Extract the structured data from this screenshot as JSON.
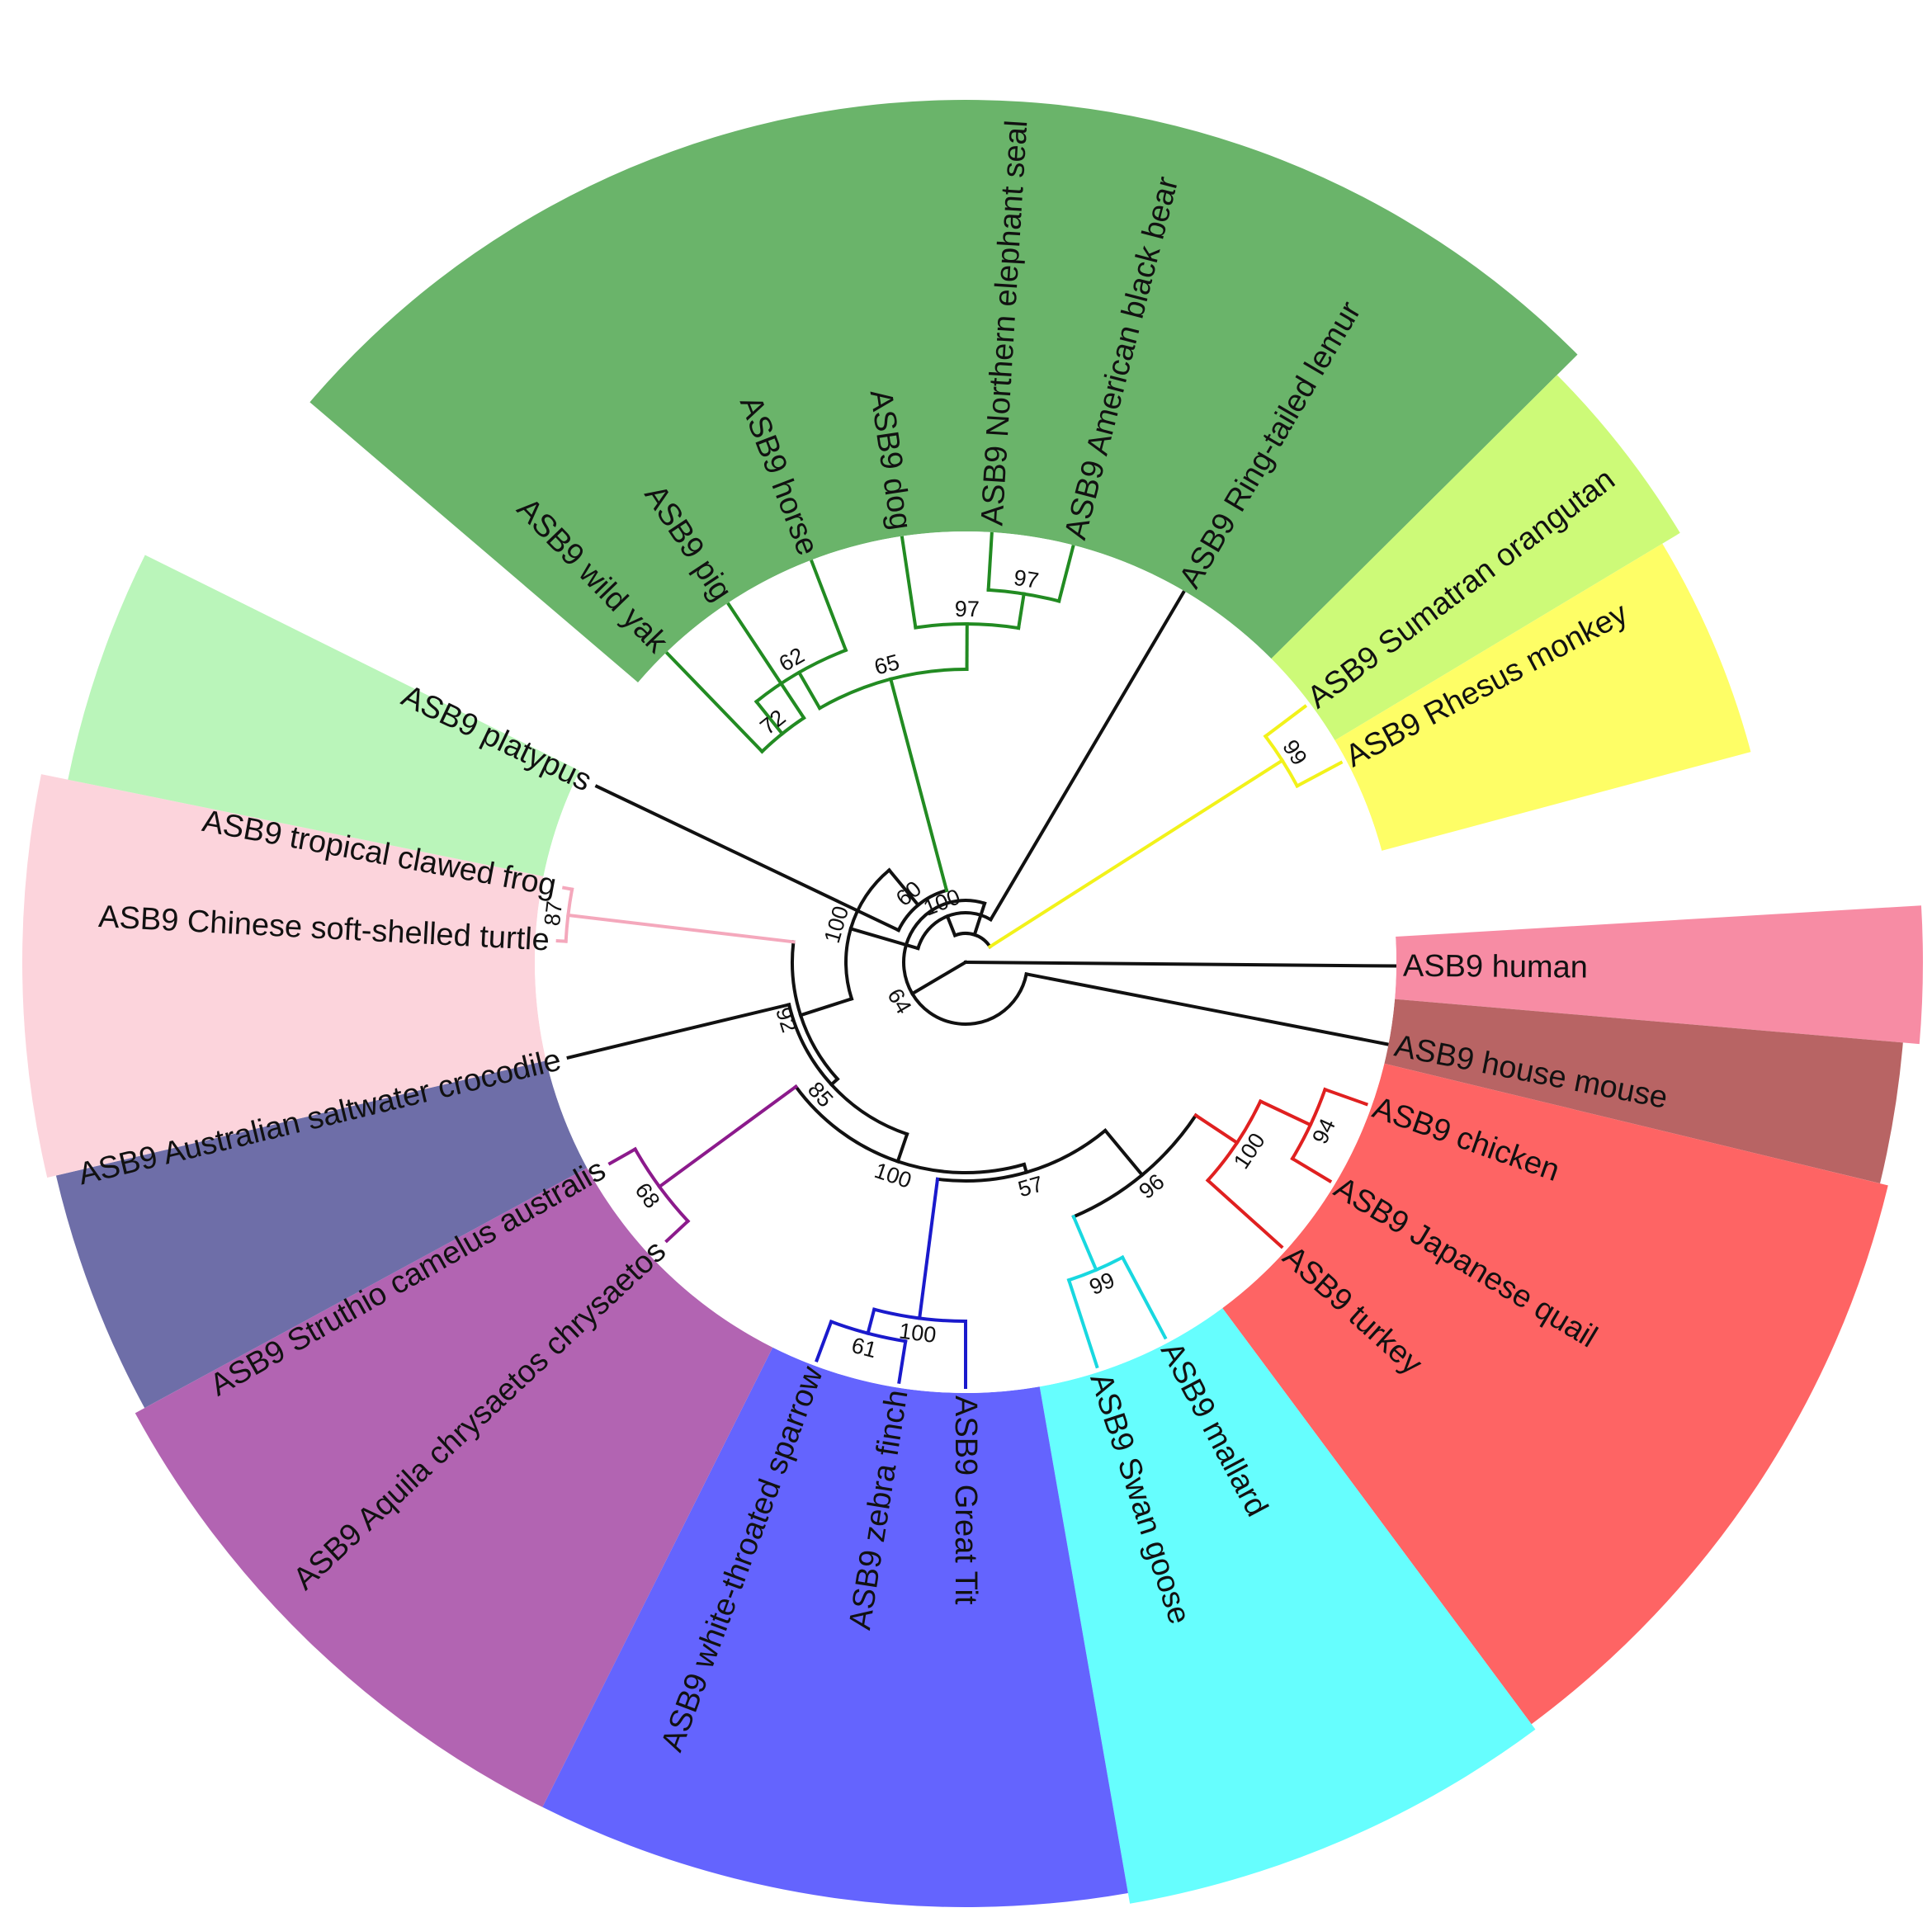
{
  "clades": [
    {
      "name": "mammals-laurasiatheria",
      "color": "#6ab46a"
    },
    {
      "name": "primate-lemur",
      "color": "#cdfa78"
    },
    {
      "name": "primate-apes",
      "color": "#fefe66"
    },
    {
      "name": "human",
      "color": "#f78ca4"
    },
    {
      "name": "mouse",
      "color": "#b86464"
    },
    {
      "name": "galliformes",
      "color": "#fe6464"
    },
    {
      "name": "anseriformes",
      "color": "#66fefe"
    },
    {
      "name": "passeriformes",
      "color": "#6464fe"
    },
    {
      "name": "raptor-ratite",
      "color": "#b264b2"
    },
    {
      "name": "crocodile",
      "color": "#6e6ea8"
    },
    {
      "name": "amphibian-turtle",
      "color": "#fcd4dc"
    },
    {
      "name": "monotreme",
      "color": "#baf5ba"
    }
  ],
  "leaves": [
    {
      "label": "ASB9 human"
    },
    {
      "label": "ASB9 house mouse"
    },
    {
      "label": "ASB9 chicken"
    },
    {
      "label": "ASB9 Japanese quail"
    },
    {
      "label": "ASB9 turkey"
    },
    {
      "label": "ASB9 mallard"
    },
    {
      "label": "ASB9 Swan goose"
    },
    {
      "label": "ASB9 Great Tit"
    },
    {
      "label": "ASB9 zebra finch"
    },
    {
      "label": "ASB9 white-throated sparrow"
    },
    {
      "label": "ASB9 Aquila chrysaetos chrysaetos"
    },
    {
      "label": "ASB9 Struthio camelus australis"
    },
    {
      "label": "ASB9 Australian saltwater crocodile"
    },
    {
      "label": "ASB9 Chinese soft-shelled turtle"
    },
    {
      "label": "ASB9 tropical clawed frog"
    },
    {
      "label": "ASB9 platypus"
    },
    {
      "label": "ASB9 wild yak"
    },
    {
      "label": "ASB9 pig"
    },
    {
      "label": "ASB9 horse"
    },
    {
      "label": "ASB9 dog"
    },
    {
      "label": "ASB9 Northern elephant seal"
    },
    {
      "label": "ASB9 American black bear"
    },
    {
      "label": "ASB9 Ring-tailed lemur"
    },
    {
      "label": "ASB9 Sumatran orangutan"
    },
    {
      "label": "ASB9 Rhesus monkey"
    }
  ],
  "bootstrap": [
    {
      "value": "94"
    },
    {
      "value": "100"
    },
    {
      "value": "96"
    },
    {
      "value": "99"
    },
    {
      "value": "57"
    },
    {
      "value": "61"
    },
    {
      "value": "100"
    },
    {
      "value": "68"
    },
    {
      "value": "100"
    },
    {
      "value": "85"
    },
    {
      "value": "92"
    },
    {
      "value": "87"
    },
    {
      "value": "100"
    },
    {
      "value": "72"
    },
    {
      "value": "62"
    },
    {
      "value": "97"
    },
    {
      "value": "97"
    },
    {
      "value": "65"
    },
    {
      "value": "60"
    },
    {
      "value": "100"
    },
    {
      "value": "99"
    },
    {
      "value": "64"
    }
  ],
  "branch_colors": {
    "default": "#111111",
    "galliformes": "#e02020",
    "anseriformes": "#18d8e0",
    "passeriformes": "#1a1acc",
    "raptor-ratite": "#8c1a8c",
    "amphibian-turtle": "#f4a8bc",
    "mammals": "#228b22",
    "apes": "#f2f21a"
  }
}
